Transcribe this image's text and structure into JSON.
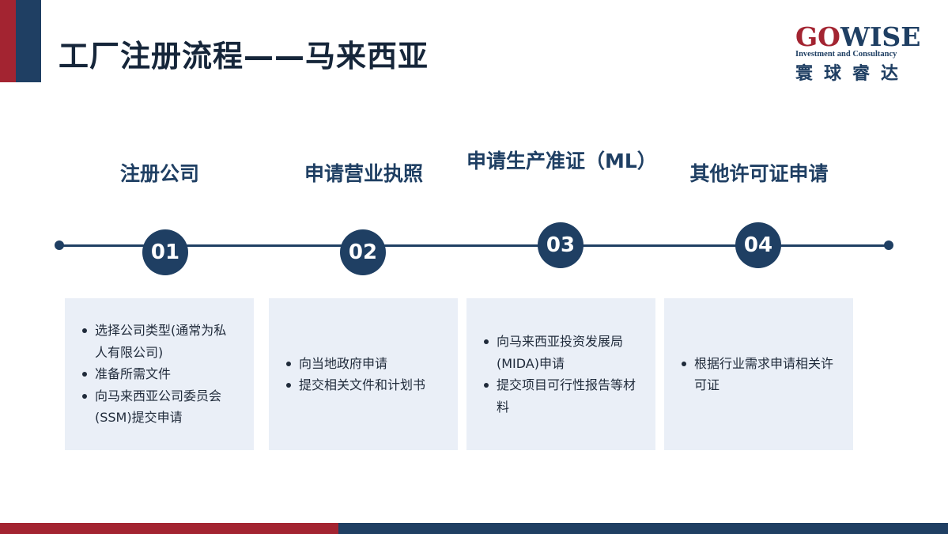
{
  "header": {
    "title": "工厂注册流程——马来西亚"
  },
  "logo": {
    "word_go": "GO",
    "word_wise": "WISE",
    "subtitle": "Investment and Consultancy",
    "chinese": "寰球睿达"
  },
  "steps": [
    {
      "number": "01",
      "title": "注册公司",
      "items": [
        "选择公司类型(通常为私人有限公司)",
        "准备所需文件",
        "向马来西亚公司委员会(SSM)提交申请"
      ]
    },
    {
      "number": "02",
      "title": "申请营业执照",
      "items": [
        "向当地政府申请",
        "提交相关文件和计划书"
      ]
    },
    {
      "number": "03",
      "title": "申请生产准证（ML）",
      "items": [
        "向马来西亚投资发展局(MIDA)申请",
        "提交项目可行性报告等材料"
      ]
    },
    {
      "number": "04",
      "title": "其他许可证申请",
      "items": [
        "根据行业需求申请相关许可证"
      ]
    }
  ],
  "colors": {
    "brand_navy": "#1f3f63",
    "brand_red": "#a32431",
    "card_bg": "#eaeff7"
  }
}
